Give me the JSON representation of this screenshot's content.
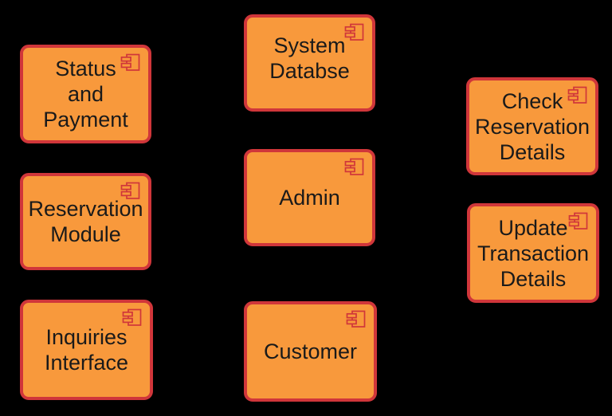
{
  "diagram": {
    "type": "uml-component-diagram",
    "colors": {
      "background": "#000000",
      "node-fill": "#F8993C",
      "node-border": "#D0363A",
      "text": "#1A1A1A"
    },
    "icon": "uml-component-icon",
    "nodes": [
      {
        "id": "status-and-payment",
        "label": [
          "Status",
          "and",
          "Payment"
        ]
      },
      {
        "id": "reservation-module",
        "label": [
          "Reservation",
          "Module"
        ]
      },
      {
        "id": "inquiries-interface",
        "label": [
          "Inquiries",
          "Interface"
        ]
      },
      {
        "id": "system-databse",
        "label": [
          "System",
          "Databse"
        ]
      },
      {
        "id": "admin",
        "label": [
          "Admin"
        ]
      },
      {
        "id": "customer",
        "label": [
          "Customer"
        ]
      },
      {
        "id": "check-reservation-details",
        "label": [
          "Check",
          "Reservation",
          "Details"
        ]
      },
      {
        "id": "update-transaction-details",
        "label": [
          "Update",
          "Transaction",
          "Details"
        ]
      }
    ]
  }
}
